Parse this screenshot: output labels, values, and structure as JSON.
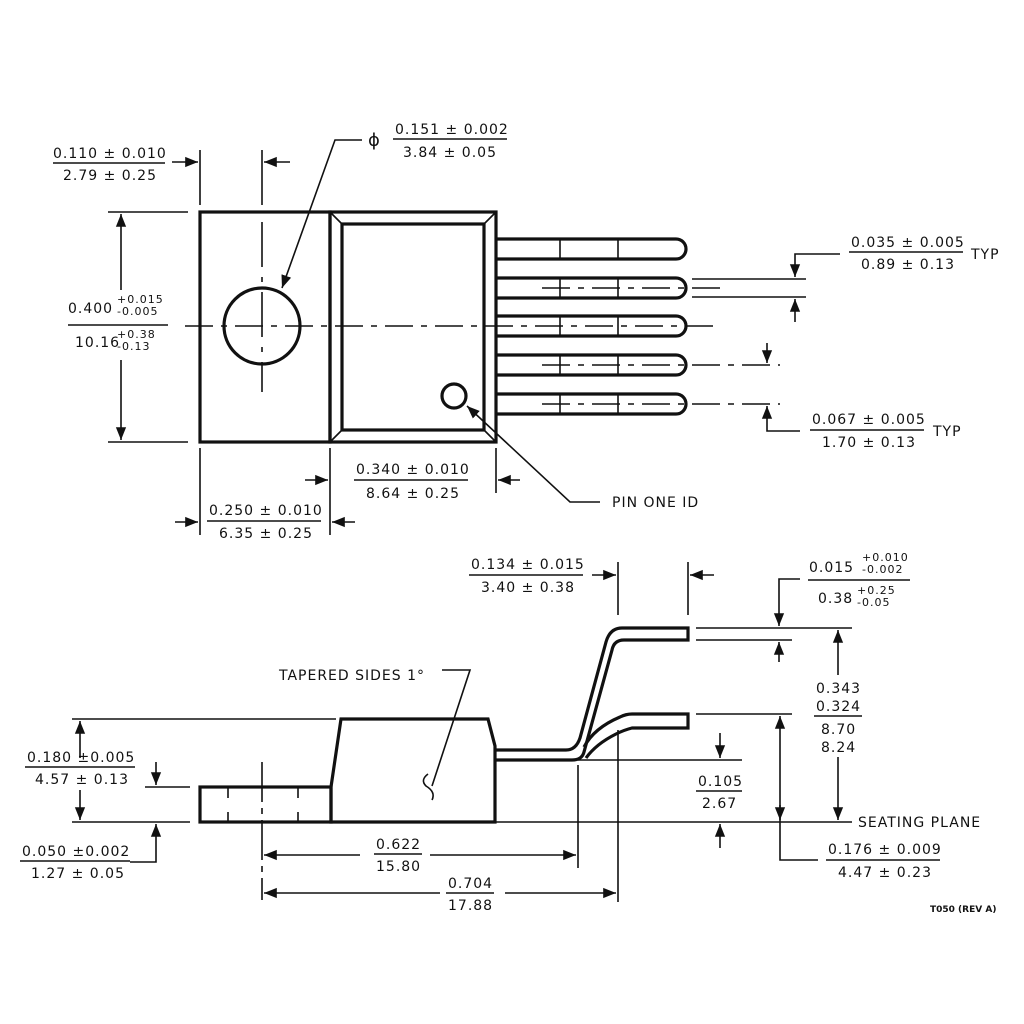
{
  "drawing": {
    "title": "TO-220 5-lead package outline",
    "revision_label": "T050 (REV A)",
    "colors": {
      "line": "#111111",
      "background": "#ffffff"
    }
  },
  "top_view": {
    "hole_dia": {
      "symbol": "ϕ",
      "inch": "0.151 ± 0.002",
      "mm": "3.84 ± 0.05"
    },
    "hole_offset": {
      "inch": "0.110 ± 0.010",
      "mm": "2.79 ± 0.25"
    },
    "body_width": {
      "inch_base": "0.400",
      "inch_plus": "+0.015",
      "inch_minus": "-0.005",
      "mm_base": "10.16",
      "mm_plus": "+0.38",
      "mm_minus": "-0.13"
    },
    "lead_width": {
      "inch": "0.035 ± 0.005",
      "mm": "0.89 ± 0.13",
      "suffix": "TYP"
    },
    "lead_pitch": {
      "inch": "0.067 ± 0.005",
      "mm": "1.70 ± 0.13",
      "suffix": "TYP"
    },
    "body_length": {
      "inch": "0.340 ± 0.010",
      "mm": "8.64 ± 0.25"
    },
    "tab_length": {
      "inch": "0.250 ± 0.010",
      "mm": "6.35 ± 0.25"
    },
    "pin_one_label": "PIN ONE ID",
    "lead_count": 5
  },
  "side_view": {
    "lead_offset": {
      "inch": "0.134 ± 0.015",
      "mm": "3.40 ± 0.38"
    },
    "lead_thickness": {
      "inch_base": "0.015",
      "inch_plus": "+0.010",
      "inch_minus": "-0.002",
      "mm_base": "0.38",
      "mm_plus": "+0.25",
      "mm_minus": "-0.05"
    },
    "tapered_label": "TAPERED SIDES 1°",
    "lead_span": {
      "inch_max": "0.343",
      "inch_min": "0.324",
      "mm_max": "8.70",
      "mm_min": "8.24"
    },
    "lead_rise": {
      "inch": "0.105",
      "mm": "2.67"
    },
    "seating_plane_label": "SEATING PLANE",
    "standoff": {
      "inch": "0.176 ± 0.009",
      "mm": "4.47 ± 0.23"
    },
    "body_height": {
      "inch": "0.180 ±0.005",
      "mm": "4.57 ± 0.13"
    },
    "tab_thickness": {
      "inch": "0.050 ±0.002",
      "mm": "1.27 ± 0.05"
    },
    "bend_distance": {
      "inch": "0.622",
      "mm": "15.80"
    },
    "overall_length": {
      "inch": "0.704",
      "mm": "17.88"
    }
  }
}
